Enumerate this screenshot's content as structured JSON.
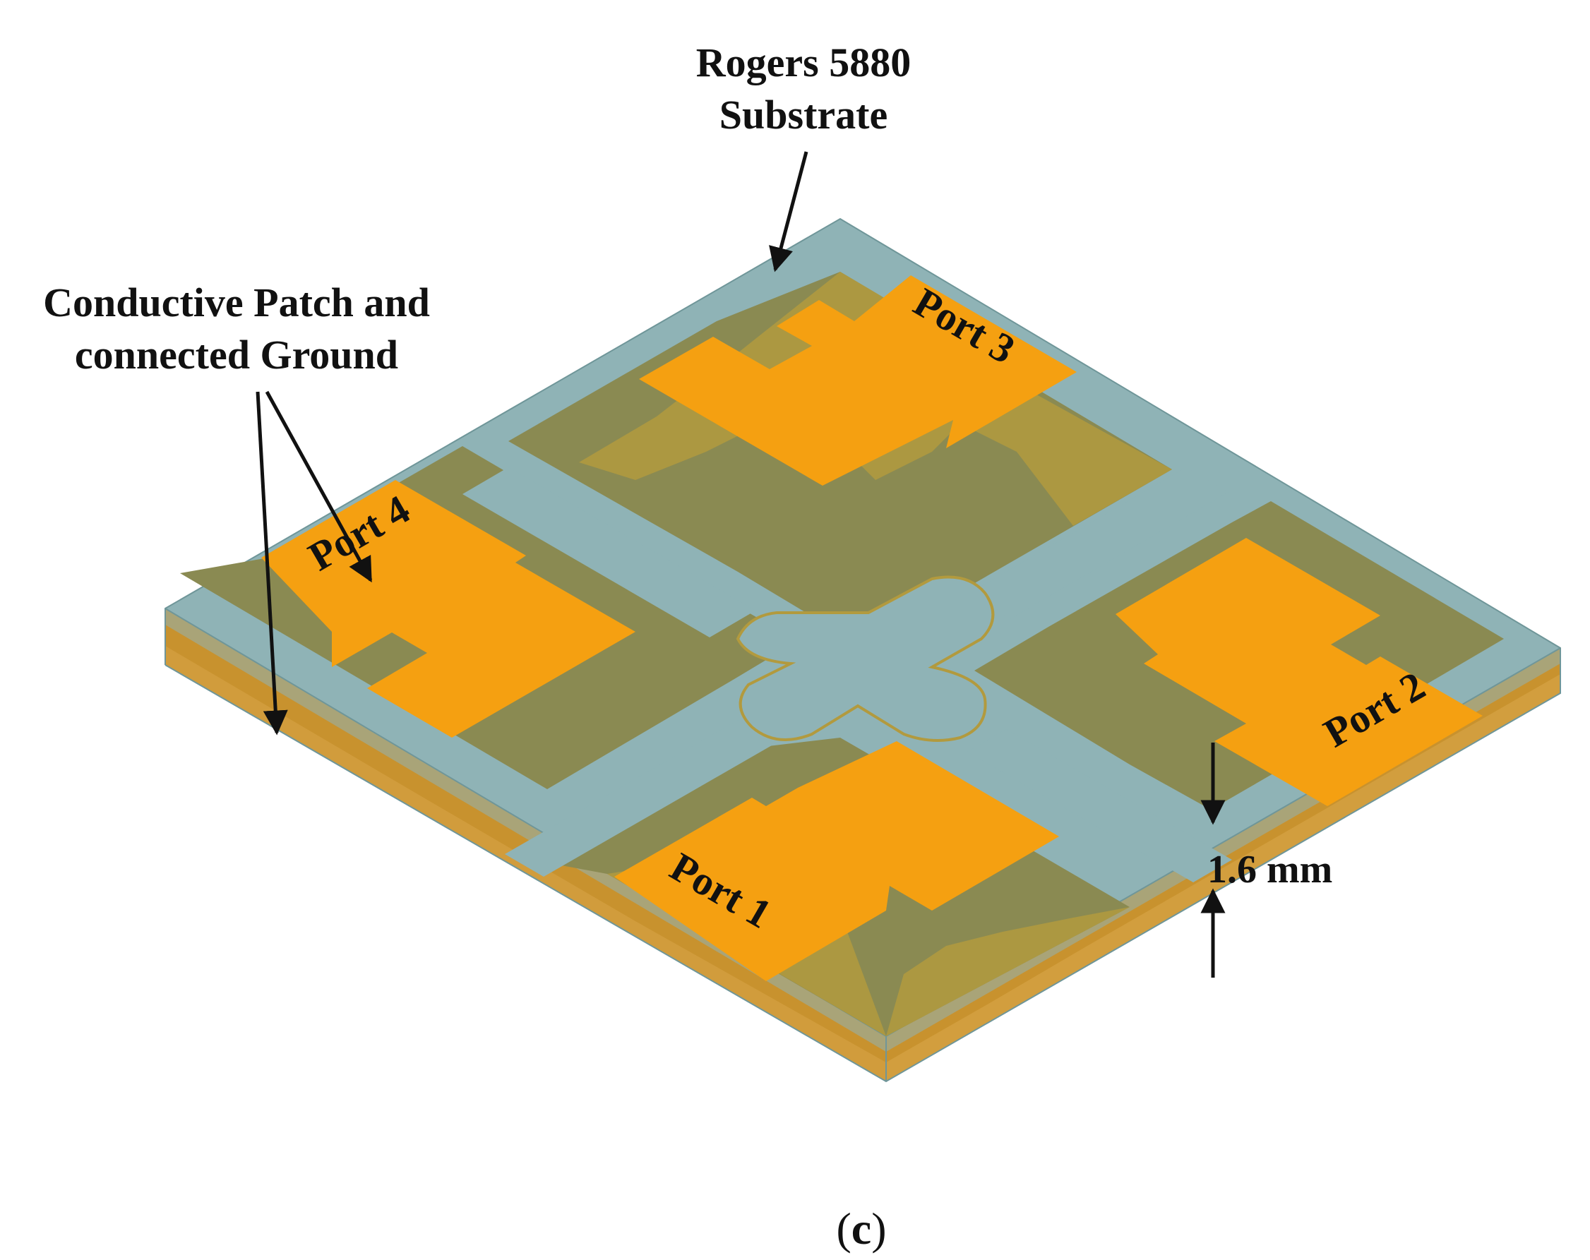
{
  "labels": {
    "substrate_line1": "Rogers 5880",
    "substrate_line2": "Substrate",
    "patch_line1": "Conductive Patch and",
    "patch_line2": "connected Ground",
    "port1": "Port 1",
    "port2": "Port 2",
    "port3": "Port 3",
    "port4": "Port 4",
    "thickness": "1.6 mm",
    "caption_open": "(",
    "caption_letter": "c",
    "caption_close": ")"
  },
  "colors": {
    "substrate": "#8fb3b6",
    "substrate_edge": "#6f9699",
    "conductor_dark": "#8a8a52",
    "conductor_mid": "#b29a3e",
    "patch": "#f5a011",
    "copper_side": "#c8922e",
    "arrow": "#111111",
    "background": "#ffffff"
  }
}
